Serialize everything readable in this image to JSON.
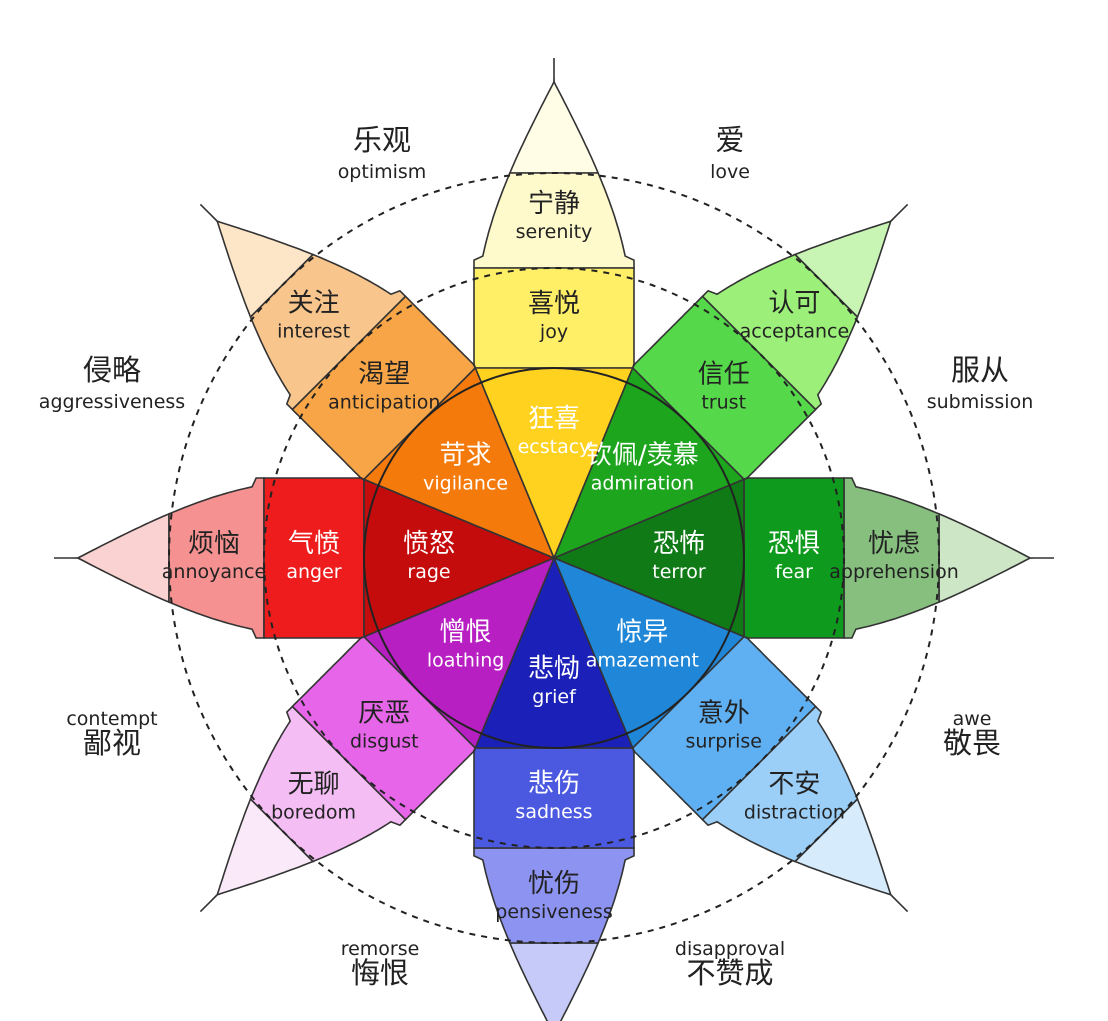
{
  "petals": [
    {
      "id": "yellow",
      "segments": [
        {
          "zh": "宁静",
          "en": "serenity",
          "color": "#fffacc"
        },
        {
          "zh": "喜悦",
          "en": "joy",
          "color": "#ffef66"
        },
        {
          "zh": "狂喜",
          "en": "ecstacy",
          "color": "#ffd21f"
        }
      ],
      "tip": "#fffde6"
    },
    {
      "id": "lightgreen",
      "segments": [
        {
          "zh": "认可",
          "en": "acceptance",
          "color": "#9cf07a"
        },
        {
          "zh": "信任",
          "en": "trust",
          "color": "#55d94a"
        },
        {
          "zh": "钦佩/羡慕",
          "en": "admiration",
          "color": "#1ea51e"
        }
      ],
      "tip": "#c8f5b4"
    },
    {
      "id": "green",
      "segments": [
        {
          "zh": "忧虑",
          "en": "apprehension",
          "color": "#86bf7e"
        },
        {
          "zh": "恐惧",
          "en": "fear",
          "color": "#0e9a1c"
        },
        {
          "zh": "恐怖",
          "en": "terror",
          "color": "#0f7a16"
        }
      ],
      "tip": "#cde6c6"
    },
    {
      "id": "lightblue",
      "segments": [
        {
          "zh": "不安",
          "en": "distraction",
          "color": "#9ccff8"
        },
        {
          "zh": "意外",
          "en": "surprise",
          "color": "#5fb0f3"
        },
        {
          "zh": "惊异",
          "en": "amazement",
          "color": "#1f86d8"
        }
      ],
      "tip": "#d6ebfc"
    },
    {
      "id": "blue",
      "segments": [
        {
          "zh": "忧伤",
          "en": "pensiveness",
          "color": "#8c93f0"
        },
        {
          "zh": "悲伤",
          "en": "sadness",
          "color": "#4b58e0"
        },
        {
          "zh": "悲恸",
          "en": "grief",
          "color": "#1a20b8"
        }
      ],
      "tip": "#c6caf8"
    },
    {
      "id": "purple",
      "segments": [
        {
          "zh": "无聊",
          "en": "boredom",
          "color": "#f4bdf4"
        },
        {
          "zh": "厌恶",
          "en": "disgust",
          "color": "#e765e9"
        },
        {
          "zh": "憎恨",
          "en": "loathing",
          "color": "#b71fc2"
        }
      ],
      "tip": "#faeaf9"
    },
    {
      "id": "red",
      "segments": [
        {
          "zh": "烦恼",
          "en": "annoyance",
          "color": "#f59191"
        },
        {
          "zh": "气愤",
          "en": "anger",
          "color": "#ee1c1c"
        },
        {
          "zh": "愤怒",
          "en": "rage",
          "color": "#c40c0c"
        }
      ],
      "tip": "#fbd2d2"
    },
    {
      "id": "orange",
      "segments": [
        {
          "zh": "关注",
          "en": "interest",
          "color": "#f8c58c"
        },
        {
          "zh": "渴望",
          "en": "anticipation",
          "color": "#f7a546"
        },
        {
          "zh": "苛求",
          "en": "vigilance",
          "color": "#f47a0c"
        }
      ],
      "tip": "#fde5c8"
    }
  ],
  "dyads": [
    {
      "zh": "乐观",
      "en": "optimism"
    },
    {
      "zh": "爱",
      "en": "love"
    },
    {
      "zh": "服从",
      "en": "submission"
    },
    {
      "zh": "敬畏",
      "en": "awe"
    },
    {
      "zh": "不赞成",
      "en": "disapproval"
    },
    {
      "zh": "悔恨",
      "en": "remorse"
    },
    {
      "zh": "鄙视",
      "en": "contempt"
    },
    {
      "zh": "侵略",
      "en": "aggressiveness"
    }
  ]
}
